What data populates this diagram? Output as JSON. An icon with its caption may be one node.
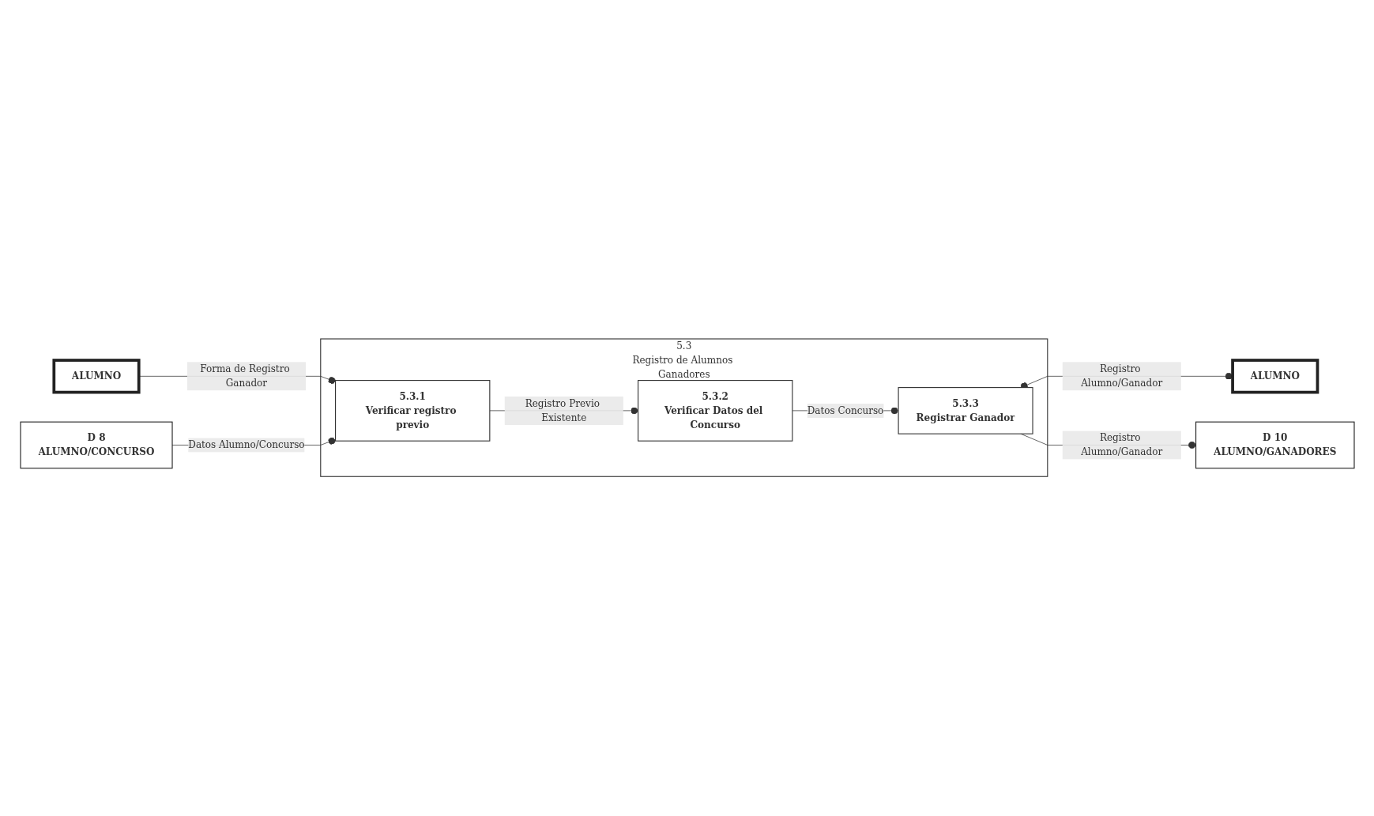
{
  "diagram": {
    "nodes": [
      {
        "text": [
          "ALUMNO"
        ]
      },
      {
        "text": [
          "D 8",
          "ALUMNO/CONCURSO"
        ]
      },
      {
        "text": [
          "5.3",
          "Registro de Alumnos Ganadores"
        ]
      },
      {
        "text": [
          "5.3.1",
          "Verificar registro previo"
        ],
        "in": 2
      },
      {
        "text": [
          "5.3.2",
          "Verificar Datos del Concurso"
        ],
        "in": 2
      },
      {
        "text": [
          "5.3.3",
          "Registrar Ganador"
        ],
        "in": 2
      },
      {
        "text": [
          "ALUMNO"
        ]
      },
      {
        "text": [
          "D 10",
          "ALUMNO/GANADORES"
        ]
      }
    ],
    "edges": [
      {
        "from": 0,
        "to": 3,
        "arrow": "other",
        "label": "Forma de Registro Ganador"
      },
      {
        "from": 1,
        "to": 3,
        "arrow": "other",
        "label": "Datos Alumno/Concurso"
      },
      {
        "from": 3,
        "to": 4,
        "arrow": "other",
        "label": "Registro Previo Existente"
      },
      {
        "from": 4,
        "to": 5,
        "arrow": "other",
        "label": "Datos Concurso"
      },
      {
        "from": 5,
        "to": 6,
        "arrow": "other",
        "label": "Registro Alumno/Ganador"
      },
      {
        "from": 5,
        "to": 7,
        "arrow": "other",
        "label": "Registro Alumno/Ganador"
      }
    ]
  }
}
